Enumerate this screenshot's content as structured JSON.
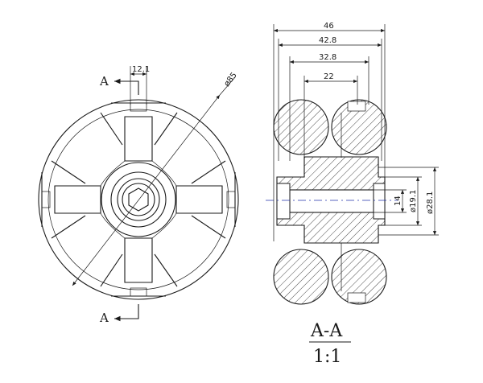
{
  "front_view": {
    "section_mark_top": "A",
    "section_mark_bottom": "A",
    "dim_width": "12.1",
    "dim_diameter": "ø85"
  },
  "section_view": {
    "dims_horizontal": [
      "46",
      "42.8",
      "32.8",
      "22"
    ],
    "dims_vertical": [
      "14",
      "ø19.1",
      "ø28.1"
    ]
  },
  "section_label": {
    "name": "A-A",
    "scale": "1:1"
  },
  "colors": {
    "line": "#1a1a1a",
    "centerline": "#2233aa"
  }
}
